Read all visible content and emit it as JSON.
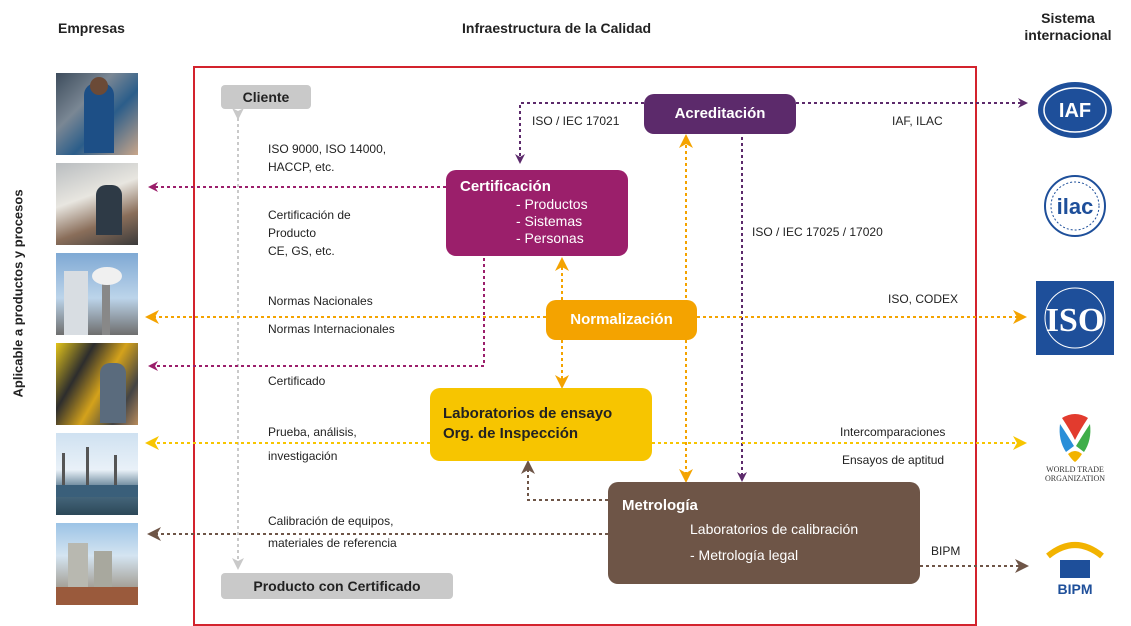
{
  "headers": {
    "left": "Empresas",
    "center": "Infraestructura de la Calidad",
    "right": "Sistema internacional",
    "vertical": "Aplicable a productos y procesos"
  },
  "boxes": {
    "cliente": "Cliente",
    "producto": "Producto con Certificado",
    "acreditacion": "Acreditación",
    "certificacion": {
      "title": "Certificación",
      "items": [
        "- Productos",
        "- Sistemas",
        "- Personas"
      ]
    },
    "normalizacion": "Normalización",
    "laboratorios": [
      "Laboratorios de ensayo",
      "Org. de Inspección"
    ],
    "metrologia": {
      "title": "Metrología",
      "items": [
        "Laboratorios de calibración",
        "- Metrología legal"
      ]
    }
  },
  "labels": {
    "iso9000": [
      "ISO 9000, ISO 14000,",
      "HACCP, etc."
    ],
    "certProducto": [
      "Certificación de",
      "Producto",
      "CE, GS, etc."
    ],
    "normasNac": "Normas Nacionales",
    "normasInt": "Normas Internacionales",
    "certificado": "Certificado",
    "prueba": "Prueba, análisis,",
    "investigacion": "investigación",
    "calibracion": [
      "Calibración de equipos,",
      "materiales de referencia"
    ],
    "iso17021": "ISO / IEC 17021",
    "iso17025": "ISO / IEC 17025 / 17020",
    "iafIlac": "IAF, ILAC",
    "isoCodex": "ISO, CODEX",
    "intercomp": "Intercomparaciones",
    "ensayos": "Ensayos de aptitud",
    "bipm": "BIPM"
  },
  "logos": {
    "iaf": "IAF",
    "ilac": "ilac",
    "iso": "ISO",
    "wto": [
      "WORLD TRADE",
      "ORGANIZATION"
    ],
    "bipm": "BIPM"
  },
  "colors": {
    "frame": "#d3232d",
    "acreditacion": "#5c2a6b",
    "certificacion": "#9b1f6b",
    "normalizacion": "#f4a300",
    "laboratorios": "#f7c500",
    "metrologia": "#6e5547",
    "cliente": "#c9c9c9",
    "isoBlue": "#1e4f9a"
  },
  "icons": [
    "photo-workers",
    "photo-lab",
    "photo-industry",
    "photo-factory",
    "photo-harbor",
    "photo-silos"
  ]
}
